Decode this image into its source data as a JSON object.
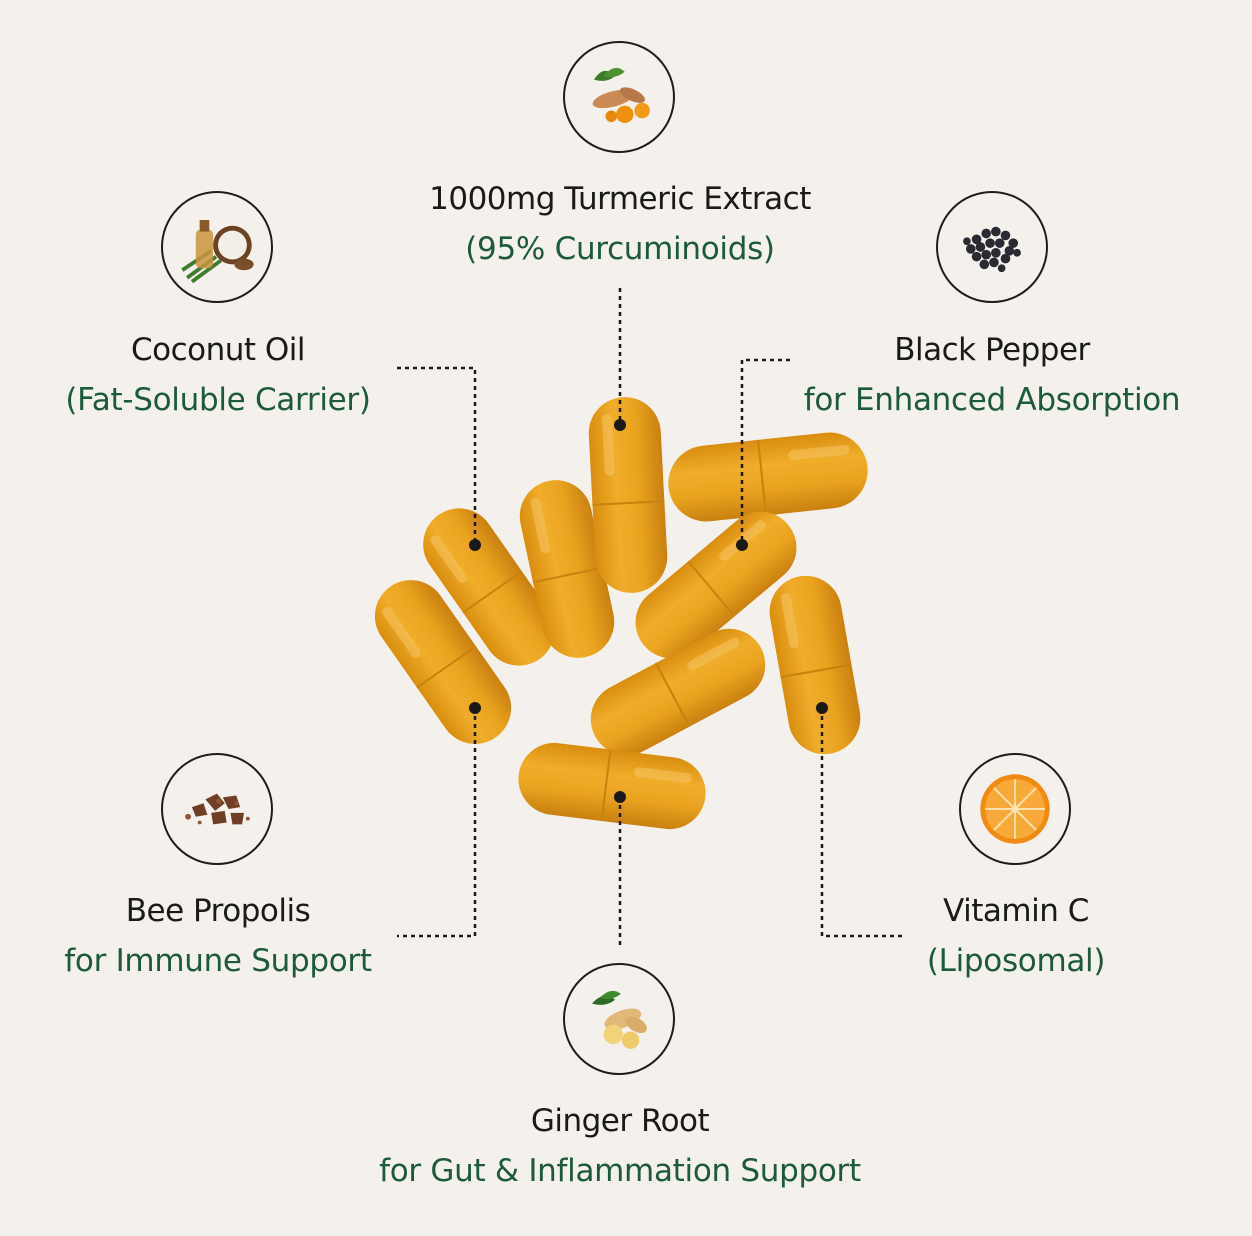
{
  "ingredients": {
    "turmeric": {
      "name": "1000mg Turmeric Extract",
      "desc": "(95% Curcuminoids)",
      "icon": "turmeric-icon"
    },
    "coconut": {
      "name": "Coconut Oil",
      "desc": "(Fat-Soluble Carrier)",
      "icon": "coconut-icon"
    },
    "pepper": {
      "name": "Black Pepper",
      "desc": "for Enhanced Absorption",
      "icon": "black-pepper-icon"
    },
    "propolis": {
      "name": "Bee Propolis",
      "desc": "for Immune Support",
      "icon": "bee-propolis-icon"
    },
    "vitaminc": {
      "name": "Vitamin C",
      "desc": "(Liposomal)",
      "icon": "orange-icon"
    },
    "ginger": {
      "name": "Ginger Root",
      "desc": "for Gut & Inflammation Support",
      "icon": "ginger-icon"
    }
  },
  "colors": {
    "background": "#f4f1ec",
    "name_text": "#1a1a1a",
    "desc_text": "#1d5a3a",
    "capsule": "#e9a21d",
    "capsule_shade": "#d48a12"
  }
}
